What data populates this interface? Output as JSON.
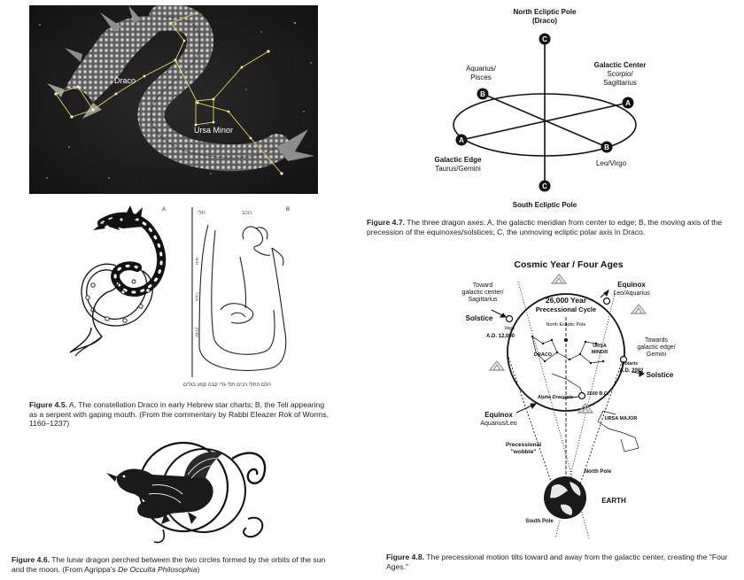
{
  "fig_draco_photo": {
    "label_draco": "Draco",
    "label_ursa_minor": "Ursa Minor"
  },
  "fig_4_5": {
    "panel_a": "A",
    "panel_b": "B",
    "hebrew_top_left": "תלי",
    "hebrew_top_mid": "כוכב",
    "hebrew_bottom": "הלם החלי רבים תלי גדי קבה קפע בולים",
    "caption_num": "Figure 4.5.",
    "caption_text": " A, The constellation Draco in early Hebrew star charts; B, the Teli appearing as a serpent with gaping mouth. (From the commentary by Rabbi Eleazer Rok of Worms, 1160–1237)"
  },
  "fig_4_6": {
    "caption_num": "Figure 4.6.",
    "caption_text_1": " The lunar dragon perched between the two circles formed by the orbits of the sun and the moon. (From Agrippa's ",
    "caption_italic": "De Occulta Philosophia",
    "caption_text_2": ")"
  },
  "fig_4_7": {
    "north_pole": "North Ecliptic Pole",
    "north_pole_sub": "(Draco)",
    "south_pole": "South Ecliptic Pole",
    "aquarius": "Aquarius/",
    "aquarius_2": "Pisces",
    "galactic_center": "Galactic Center",
    "galactic_center_2": "Scorpio/",
    "galactic_center_3": "Sagittarius",
    "galactic_edge": "Galactic Edge",
    "galactic_edge_2": "Taurus/Gemini",
    "leo_virgo": "Leo/Virgo",
    "node_a": "A",
    "node_b": "B",
    "node_c": "C",
    "caption_num": "Figure 4.7.",
    "caption_text": " The three dragon axes: A, the galactic meridian from center to edge; B, the moving axis of the precession of the equinoxes/solstices; C, the unmoving ecliptic polar axis in Draco."
  },
  "fig_4_8": {
    "title": "Cosmic Year / Four Ages",
    "cycle_1": "26,000 Year",
    "cycle_2": "Precessional Cycle",
    "toward_center_1": "Toward",
    "toward_center_2": "galactic center/",
    "toward_center_3": "Sagittarius",
    "equinox_top": "Equinox",
    "equinox_top_sub": "Leo/Aquarius",
    "solstice_left": "Solstice",
    "vega": "Vega",
    "ad_12000": "A.D. 12,000",
    "north_ecliptic": "North Ecliptic Pole",
    "draco": "DRACO",
    "ursa_minor_1": "URSA",
    "ursa_minor_2": "MINOR",
    "towards_edge_1": "Towards",
    "towards_edge_2": "galactic edge/",
    "towards_edge_3": "Gemini",
    "polaris": "Polaris",
    "ad_2002": "A.D. 2002",
    "solstice_right": "Solstice",
    "alpha_draconis": "Alpha Draconis",
    "bc_2600": "2600 B.C.",
    "equinox_bottom": "Equinox",
    "equinox_bottom_sub": "Aquarius/Leo",
    "ursa_major": "URSA MAJOR",
    "wobble_1": "Precessional",
    "wobble_2": "\"wobble\"",
    "north_pole": "North Pole",
    "earth": "EARTH",
    "south_pole": "South Pole",
    "caption_num": "Figure 4.8.",
    "caption_text": " The precessional motion tilts toward and away from the galactic center, creating the \"Four Ages.\""
  }
}
